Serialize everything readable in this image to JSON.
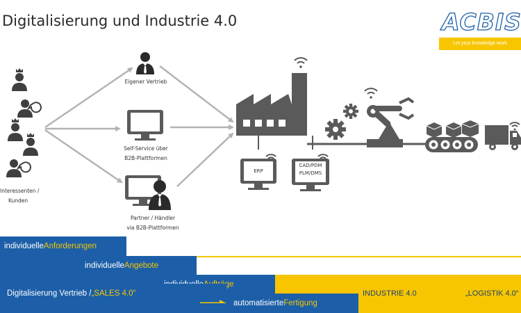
{
  "title": "Digitalisierung und Industrie 4.0",
  "logo": {
    "word": "ACBIS",
    "tagline": "Let your knowledge work"
  },
  "labels": {
    "customers_line1": "Interessenten /",
    "customers_line2": "Kunden",
    "own_sales": "Eigener Vertrieb",
    "self_service_line1": "Self-Service über",
    "self_service_line2": "B2B-Plattformen",
    "partner_line1": "Partner / Händler",
    "partner_line2": "via B2B-Plattformen",
    "erp": "ERP",
    "cad_line1": "CAD/PDM",
    "cad_line2": "PLM/DMS"
  },
  "bands": {
    "requirements": {
      "plain": "individuelle ",
      "highlight": "Anforderungen"
    },
    "offers": {
      "plain": "individuelle ",
      "highlight": "Angebote"
    },
    "orders": {
      "plain": "individuelle ",
      "highlight": "Aufträge"
    },
    "sales": {
      "plain": "Digitalisierung Vertrieb / ",
      "highlight": "„SALES 4.0“"
    },
    "manufacturing": {
      "plain": "automatisierte ",
      "highlight": "Fertigung"
    },
    "industry": "INDUSTRIE 4.0",
    "logistics": "„LOGISTIK 4.0“"
  },
  "colors": {
    "blue": "#1c5fa8",
    "yellow": "#f7c600",
    "icon_gray": "#5a5a5a",
    "arrow_gray": "#b3b3b3"
  }
}
